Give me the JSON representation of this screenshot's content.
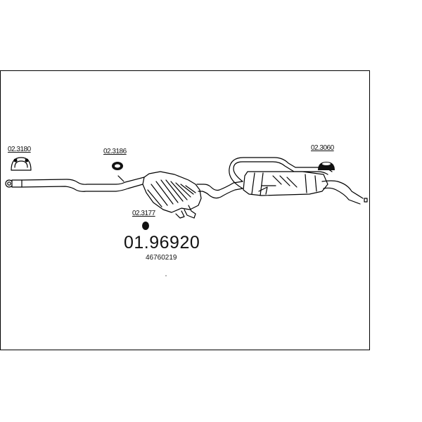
{
  "diagram": {
    "part_number": "01.96920",
    "oem_number": "46760219",
    "callouts": [
      {
        "id": "clamp",
        "label": "02.3180"
      },
      {
        "id": "hanger-front",
        "label": "02.3186"
      },
      {
        "id": "hanger-mid",
        "label": "02.3177"
      },
      {
        "id": "hanger-rear",
        "label": "02.3060"
      }
    ]
  }
}
